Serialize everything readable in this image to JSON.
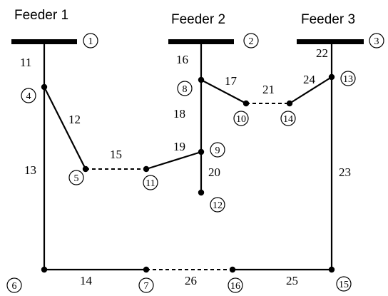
{
  "feeders": [
    {
      "id": "f1",
      "label": "Feeder 1",
      "bus_number": "1"
    },
    {
      "id": "f2",
      "label": "Feeder 2",
      "bus_number": "2"
    },
    {
      "id": "f3",
      "label": "Feeder 3",
      "bus_number": "3"
    }
  ],
  "nodes": [
    {
      "id": "n4",
      "number": "4"
    },
    {
      "id": "n5",
      "number": "5"
    },
    {
      "id": "n6",
      "number": "6"
    },
    {
      "id": "n7",
      "number": "7"
    },
    {
      "id": "n8",
      "number": "8"
    },
    {
      "id": "n9",
      "number": "9"
    },
    {
      "id": "n10",
      "number": "10"
    },
    {
      "id": "n11",
      "number": "11"
    },
    {
      "id": "n12",
      "number": "12"
    },
    {
      "id": "n13",
      "number": "13"
    },
    {
      "id": "n14",
      "number": "14"
    },
    {
      "id": "n15",
      "number": "15"
    },
    {
      "id": "n16",
      "number": "16"
    }
  ],
  "branches": [
    {
      "label": "11",
      "from": "1",
      "to": "4",
      "style": "closed"
    },
    {
      "label": "12",
      "from": "4",
      "to": "5",
      "style": "closed"
    },
    {
      "label": "13",
      "from": "4",
      "to": "6",
      "style": "closed"
    },
    {
      "label": "14",
      "from": "6",
      "to": "7",
      "style": "closed"
    },
    {
      "label": "15",
      "from": "5",
      "to": "11",
      "style": "open"
    },
    {
      "label": "16",
      "from": "2",
      "to": "8",
      "style": "closed"
    },
    {
      "label": "17",
      "from": "8",
      "to": "10",
      "style": "closed"
    },
    {
      "label": "18",
      "from": "8",
      "to": "9",
      "style": "closed"
    },
    {
      "label": "19",
      "from": "9",
      "to": "11",
      "style": "closed"
    },
    {
      "label": "20",
      "from": "9",
      "to": "12",
      "style": "closed"
    },
    {
      "label": "21",
      "from": "10",
      "to": "14",
      "style": "open"
    },
    {
      "label": "22",
      "from": "3",
      "to": "13",
      "style": "closed"
    },
    {
      "label": "23",
      "from": "13",
      "to": "15",
      "style": "closed"
    },
    {
      "label": "24",
      "from": "14",
      "to": "13",
      "style": "closed"
    },
    {
      "label": "25",
      "from": "16",
      "to": "15",
      "style": "closed"
    },
    {
      "label": "26",
      "from": "7",
      "to": "16",
      "style": "open"
    }
  ]
}
